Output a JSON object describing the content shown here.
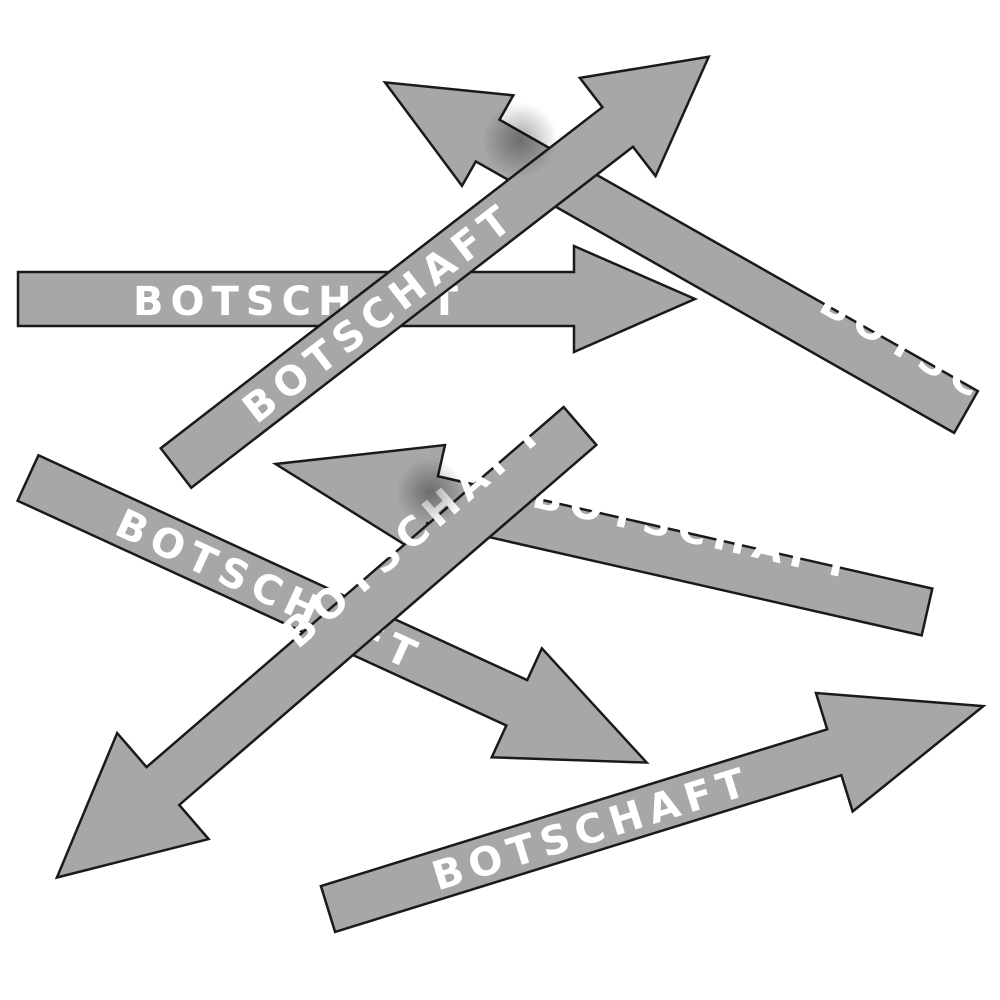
{
  "colors": {
    "arrow_fill": "#a6a7a9",
    "arrow_outline": "#1a1a1a",
    "label_color": "#ffffff",
    "background": "#ffffff"
  },
  "arrows": [
    {
      "label": "BOTSCHAFT",
      "direction": "right"
    },
    {
      "label": "BOTSCHAFT",
      "direction": "up-left"
    },
    {
      "label": "BOTSCHAFT",
      "direction": "up-right"
    },
    {
      "label": "BOTSCHAFT",
      "direction": "down-right"
    },
    {
      "label": "BOTSCHAFT",
      "direction": "left"
    },
    {
      "label": "BOTSCHAFT",
      "direction": "down-left"
    },
    {
      "label": "BOTSCHAFT",
      "direction": "up-right"
    }
  ]
}
